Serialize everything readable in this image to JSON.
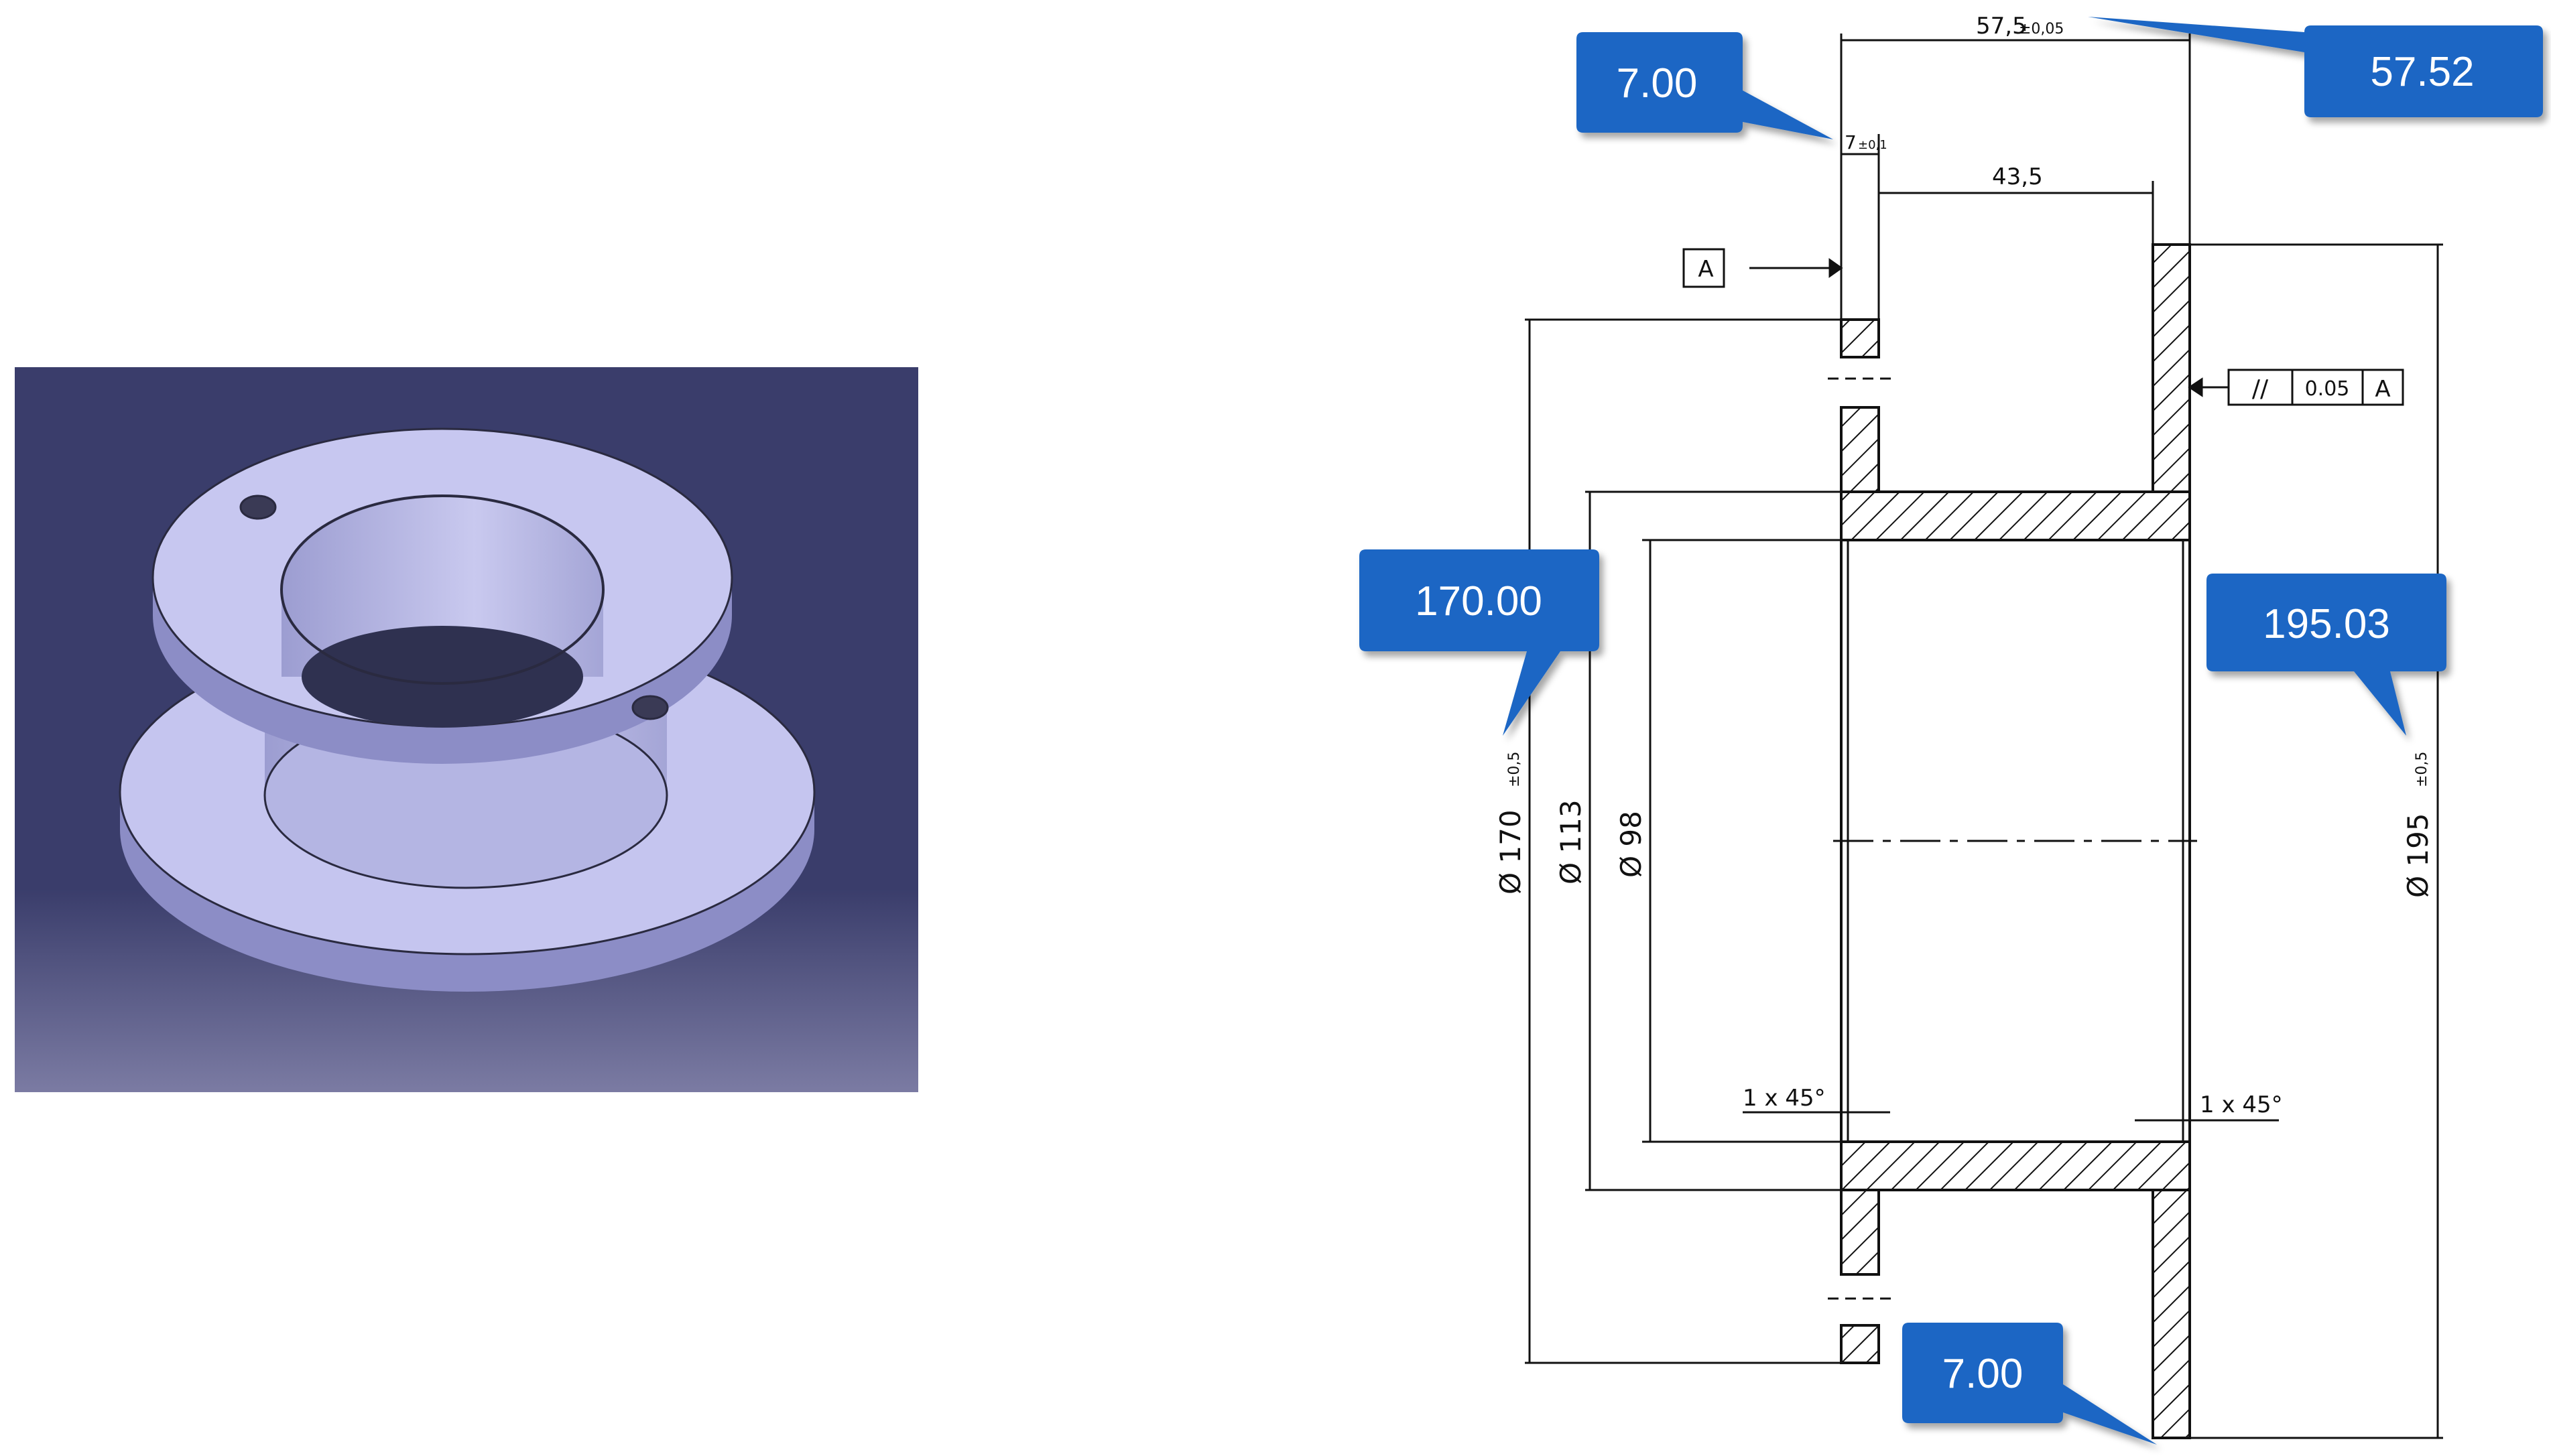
{
  "render_3d": {
    "background_top": "#3b3f6e",
    "background_bottom": "#7a7aa3",
    "part_color": "#c4c4ee",
    "part_shadow": "#8f90c8"
  },
  "drawing": {
    "datum_label": "A",
    "dim_overall_length": "57,5",
    "dim_overall_length_tol": "±0,05",
    "dim_flange_thickness": "7",
    "dim_flange_thickness_tol": "±0,1",
    "dim_bore_length": "43,5",
    "dim_d170": "Ø 170",
    "dim_d170_tol": "±0,5",
    "dim_d113": "Ø 113",
    "dim_d98": "Ø 98",
    "dim_d195": "Ø 195",
    "dim_d195_tol": "±0,5",
    "chamfer_left": "1 x 45°",
    "chamfer_right": "1 x 45°",
    "gdt_symbol": "//",
    "gdt_tolerance": "0.05",
    "gdt_datum": "A"
  },
  "callouts": {
    "top_left": "7.00",
    "top_right": "57.52",
    "mid_left": "170.00",
    "mid_right": "195.03",
    "bottom": "7.00",
    "color": "#1a66c4"
  }
}
